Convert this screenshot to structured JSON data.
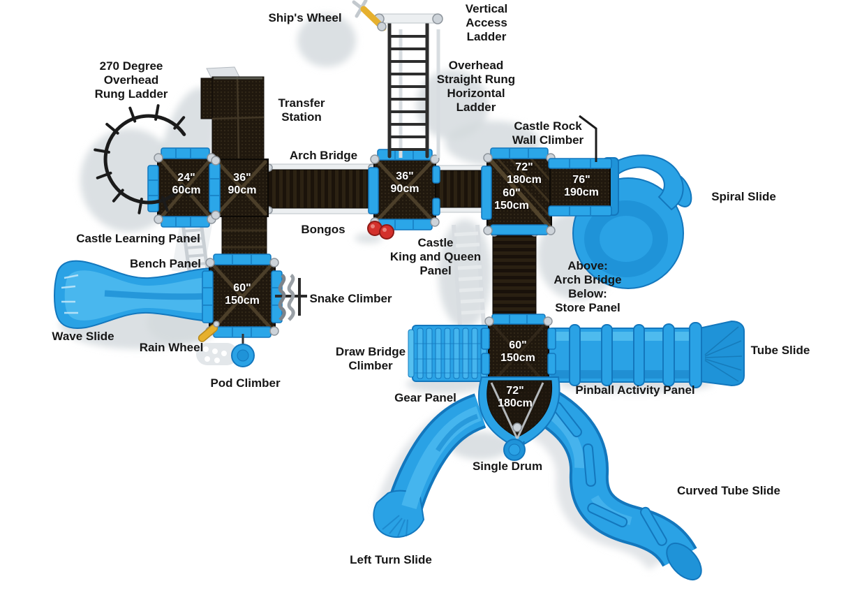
{
  "labels": {
    "ships_wheel": "Ship's Wheel",
    "vertical_access_ladder": "Vertical\nAccess\nLadder",
    "rung_ladder_270": "270 Degree\nOverhead\nRung Ladder",
    "transfer_station": "Transfer\nStation",
    "overhead_ladder": "Overhead\nStraight Rung\nHorizontal\nLadder",
    "castle_rock_wall_climber": "Castle Rock\nWall Climber",
    "arch_bridge": "Arch Bridge",
    "spiral_slide": "Spiral Slide",
    "castle_learning_panel": "Castle Learning Panel",
    "bongos": "Bongos",
    "castle_king_queen_panel": "Castle\nKing and Queen\nPanel",
    "bench_panel": "Bench Panel",
    "above_below": "Above:\nArch Bridge\nBelow:\nStore Panel",
    "snake_climber": "Snake Climber",
    "wave_slide": "Wave Slide",
    "rain_wheel": "Rain Wheel",
    "pod_climber": "Pod Climber",
    "draw_bridge_climber": "Draw Bridge\nClimber",
    "tube_slide": "Tube Slide",
    "pinball_activity_panel": "Pinball Activity Panel",
    "gear_panel": "Gear Panel",
    "single_drum": "Single Drum",
    "curved_tube_slide": "Curved Tube Slide",
    "left_turn_slide": "Left Turn Slide"
  },
  "platforms": {
    "p24": "24\"\n60cm",
    "p36a": "36\"\n90cm",
    "p36b": "36\"\n90cm",
    "p72a": "72\"\n180cm",
    "p60a": "60\"\n150cm",
    "p76": "76\"\n190cm",
    "p60b": "60\"\n150cm",
    "p60c": "60\"\n150cm",
    "p72b": "72\"\n180cm"
  },
  "colors": {
    "slide_blue": "#2aa2e5",
    "slide_blue_dark": "#1377bd",
    "slide_blue_light": "#55c0f0",
    "deck_dark": "#20180e",
    "trim_blue": "#2ba6e8",
    "shadow_gray": "#d5dade",
    "accent_yellow": "#e6b02e",
    "bongo_red": "#d3312c",
    "label_text": "#161616"
  }
}
